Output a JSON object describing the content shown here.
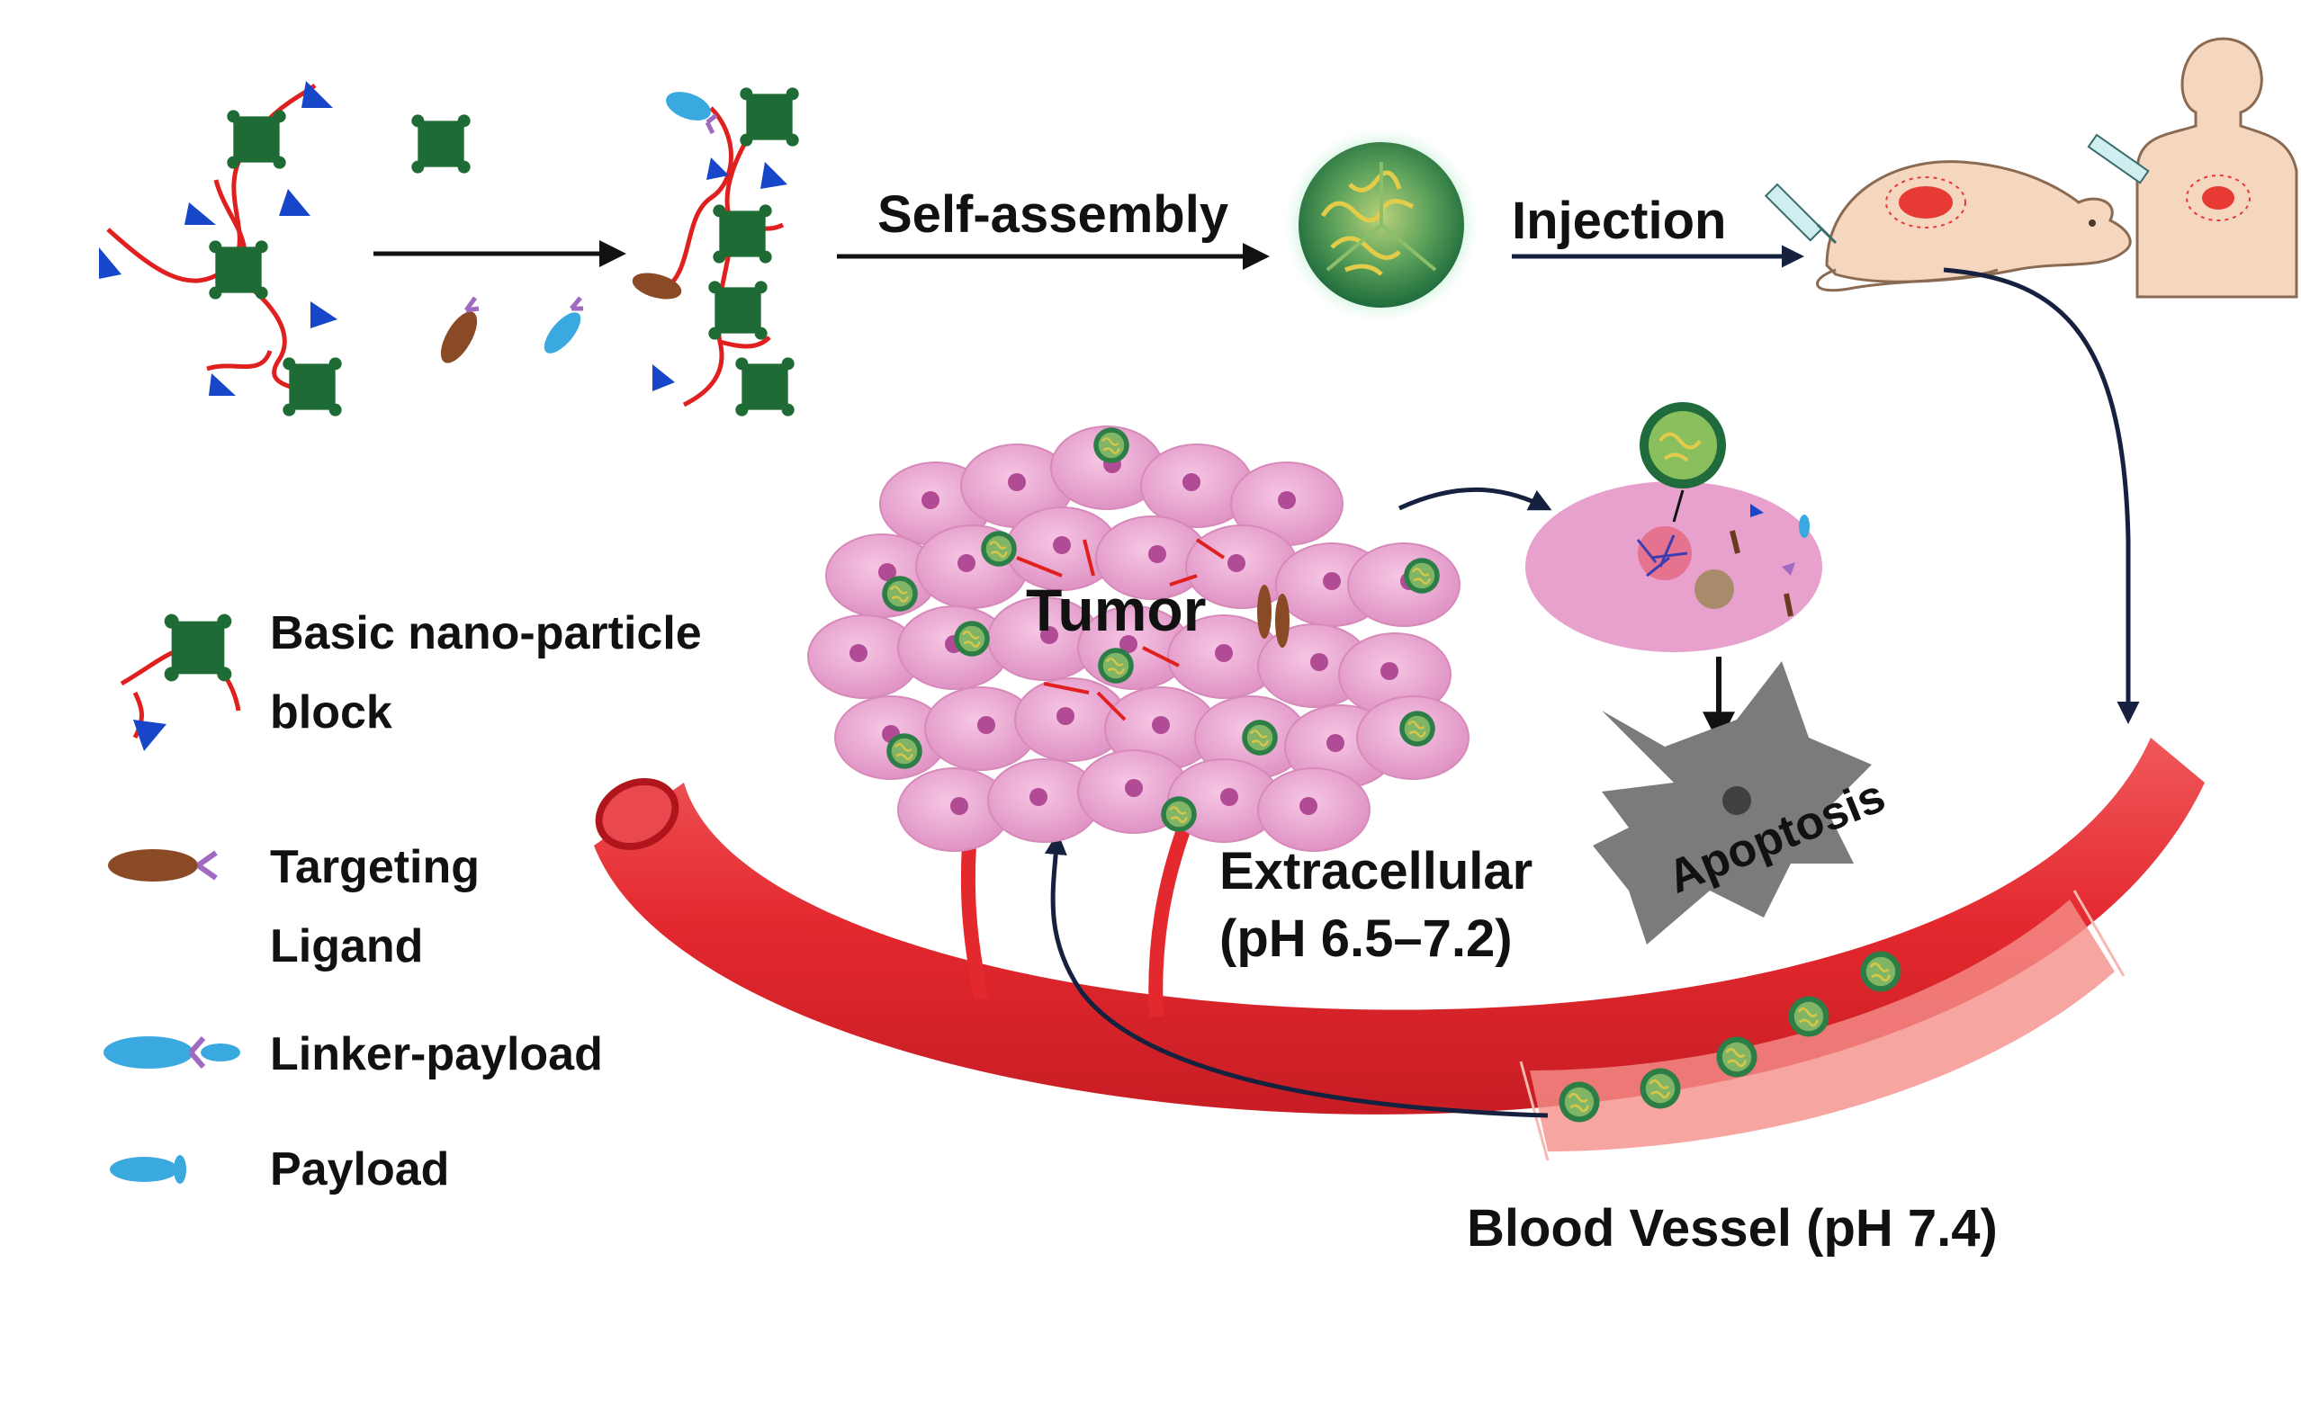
{
  "labels": {
    "self_assembly": "Self-assembly",
    "injection": "Injection",
    "tumor": "Tumor",
    "extracellular_line1": "Extracellular",
    "extracellular_line2": "(pH 6.5–7.2)",
    "apoptosis": "Apoptosis",
    "blood_vessel": "Blood Vessel (pH 7.4)"
  },
  "legend": {
    "basic_block_line1": "Basic nano-particle",
    "basic_block_line2": "block",
    "targeting_line1": "Targeting",
    "targeting_line2": "Ligand",
    "linker_payload": "Linker-payload",
    "payload": "Payload"
  },
  "colors": {
    "block_green": "#1e6b35",
    "polymer_red": "#e0201e",
    "ligand_blue": "#1846c8",
    "ligand_brown": "#8a4a25",
    "payload_cyan": "#3aa9df",
    "linker_purple": "#a06ac0",
    "vessel_red": "#e3282e",
    "tumor_pink": "#e8a0cd",
    "arrow_navy": "#16213f",
    "apoptosis_gray": "#7a7b7d",
    "skin": "#f5d7bf"
  },
  "icons": [
    "nano-particle-icon",
    "mouse-icon",
    "human-torso-icon",
    "syringe-icon",
    "tumor-cell-icon",
    "apoptotic-cell-icon"
  ]
}
